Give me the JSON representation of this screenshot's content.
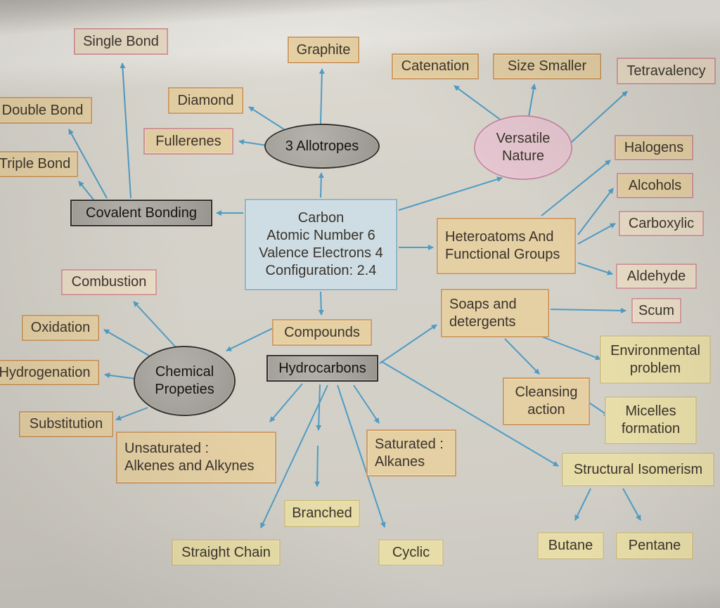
{
  "diagram_title": "Carbon concept map",
  "colors": {
    "arrow": "#4e9cc4",
    "center_box_bg": "#cedde3",
    "center_box_border": "#8fb6c6",
    "tan_box_bg": "#e5d0a4",
    "tan_box_border": "#cf9e66",
    "pale_box_bg": "#e9dcc6",
    "pink_border": "#d0949a",
    "yellow_box_bg": "#e7dda8",
    "gray_node_bg": "#a9a6a0",
    "versatile_ellipse_bg": "#e5c6d0",
    "text": "#3a332b"
  },
  "nodes": {
    "carbon": "Carbon\nAtomic Number 6\nValence Electrons 4\nConfiguration: 2.4",
    "allotropes": "3 Allotropes",
    "graphite": "Graphite",
    "diamond": "Diamond",
    "fullerenes": "Fullerenes",
    "covalent_bonding": "Covalent Bonding",
    "single_bond": "Single Bond",
    "double_bond": "Double Bond",
    "triple_bond": "Triple Bond",
    "versatile_nature": "Versatile\nNature",
    "catenation": "Catenation",
    "size_smaller": "Size Smaller",
    "tetravalency": "Tetravalency",
    "heteroatoms": "Heteroatoms And\nFunctional Groups",
    "halogens": "Halogens",
    "alcohols": "Alcohols",
    "carboxylic": "Carboxylic",
    "aldehyde": "Aldehyde",
    "compounds": "Compounds",
    "chemical_properties": "Chemical\nPropeties",
    "combustion": "Combustion",
    "oxidation": "Oxidation",
    "hydrogenation": "Hydrogenation",
    "substitution": "Substitution",
    "hydrocarbons": "Hydrocarbons",
    "soaps_detergents": "Soaps and\ndetergents",
    "scum": "Scum",
    "environmental_problem": "Environmental\nproblem",
    "cleansing_action": "Cleansing\naction",
    "micelles_formation": "Micelles\nformation",
    "unsaturated": "Unsaturated :\nAlkenes and Alkynes",
    "saturated": "Saturated :\nAlkanes",
    "branched": "Branched",
    "straight_chain": "Straight Chain",
    "cyclic": "Cyclic",
    "structural_isomerism": "Structural Isomerism",
    "butane": "Butane",
    "pentane": "Pentane"
  }
}
